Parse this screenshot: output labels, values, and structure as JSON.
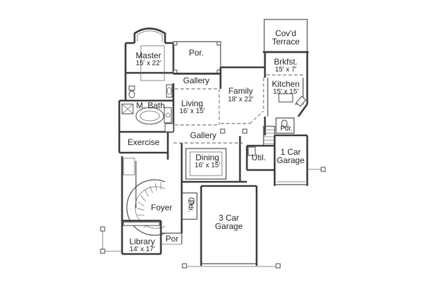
{
  "rooms": {
    "covd_terrace": {
      "line1": "Cov'd",
      "line2": "Terrace"
    },
    "master": {
      "name": "Master",
      "dims": "15' x 22'"
    },
    "por_top": {
      "name": "Por."
    },
    "brkfst": {
      "name": "Brkfst.",
      "dims": "15' x 7'"
    },
    "gallery_top": {
      "name": "Gallery"
    },
    "family": {
      "name": "Family",
      "dims": "18' x 22'"
    },
    "kitchen": {
      "name": "Kitchen",
      "dims": "15' x 15'"
    },
    "m_bath": {
      "name": "M. Bath"
    },
    "living": {
      "name": "Living",
      "dims": "16' x 15'"
    },
    "pdr_kitchen": {
      "name": "Pdr."
    },
    "gallery_mid": {
      "name": "Gallery"
    },
    "exercise": {
      "name": "Exercise"
    },
    "one_car_garage": {
      "line1": "1 Car",
      "line2": "Garage"
    },
    "dining": {
      "name": "Dining",
      "dims": "16' x 15'"
    },
    "util": {
      "name": "Util."
    },
    "foyer": {
      "name": "Foyer"
    },
    "pdr_foyer": {
      "name": "Pdr."
    },
    "three_car_garage": {
      "line1": "3 Car",
      "line2": "Garage"
    },
    "library": {
      "name": "Library",
      "dims": "14' x 17'"
    },
    "por_front": {
      "name": "Por"
    }
  }
}
